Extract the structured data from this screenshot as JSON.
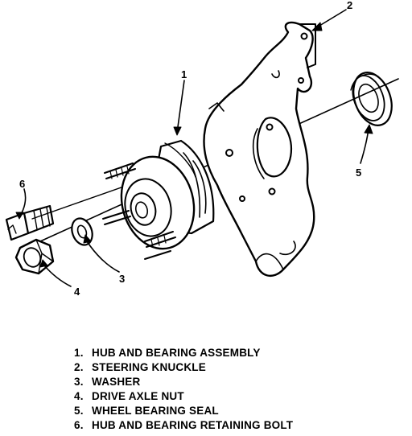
{
  "callouts": {
    "hub": "1",
    "knuckle": "2",
    "washer": "3",
    "nut": "4",
    "seal": "5",
    "bolt": "6"
  },
  "legend": [
    {
      "num": "1.",
      "label": "HUB AND BEARING ASSEMBLY"
    },
    {
      "num": "2.",
      "label": "STEERING KNUCKLE"
    },
    {
      "num": "3.",
      "label": "WASHER"
    },
    {
      "num": "4.",
      "label": "DRIVE AXLE NUT"
    },
    {
      "num": "5.",
      "label": "WHEEL BEARING SEAL"
    },
    {
      "num": "6.",
      "label": "HUB AND BEARING RETAINING BOLT"
    }
  ]
}
